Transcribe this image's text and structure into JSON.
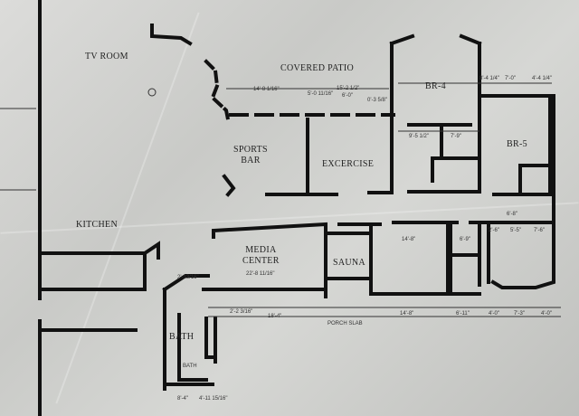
{
  "rooms": {
    "tv_room": "TV ROOM",
    "covered_patio": "COVERED PATIO",
    "br4": "BR-4",
    "br5": "BR-5",
    "sports_bar": "SPORTS\nBAR",
    "excercise": "EXCERCISE",
    "kitchen": "KITCHEN",
    "media_center": "MEDIA\nCENTER",
    "sauna": "SAUNA",
    "bath": "BATH"
  },
  "labels": {
    "porch_slab": "PORCH SLAB",
    "bath_small": "BATH"
  },
  "dimensions": {
    "d1": "14'-8 1/16\"",
    "d2": "5'-0 11/16\"",
    "d3": "15'-2 1/2\"",
    "d4": "6'-0\"",
    "d5": "0'-3 5/8\"",
    "d6": "9'-5 1/2\"",
    "d7": "7'-9\"",
    "d8": "22'-8 11/16\"",
    "d9": "2'-2 3/16\"",
    "d10": "18'-4\"",
    "d11": "14'-8\"",
    "d12": "6'-11\"",
    "d13": "4'-0\"",
    "d14": "7'-3\"",
    "d15": "4'-0\"",
    "d16": "14'-8\"",
    "d17": "6'-9\"",
    "d18": "2'-6\"",
    "d19": "5'-5\"",
    "d20": "7'-6\"",
    "d21": "8'-4\"",
    "d22": "4'-11 15/16\"",
    "d23": "2'-13/16\"",
    "d24": "6'-8\"",
    "d25": "8'-4 1/4\"",
    "d26": "7'-0\"",
    "d27": "4'-4 1/4\""
  }
}
